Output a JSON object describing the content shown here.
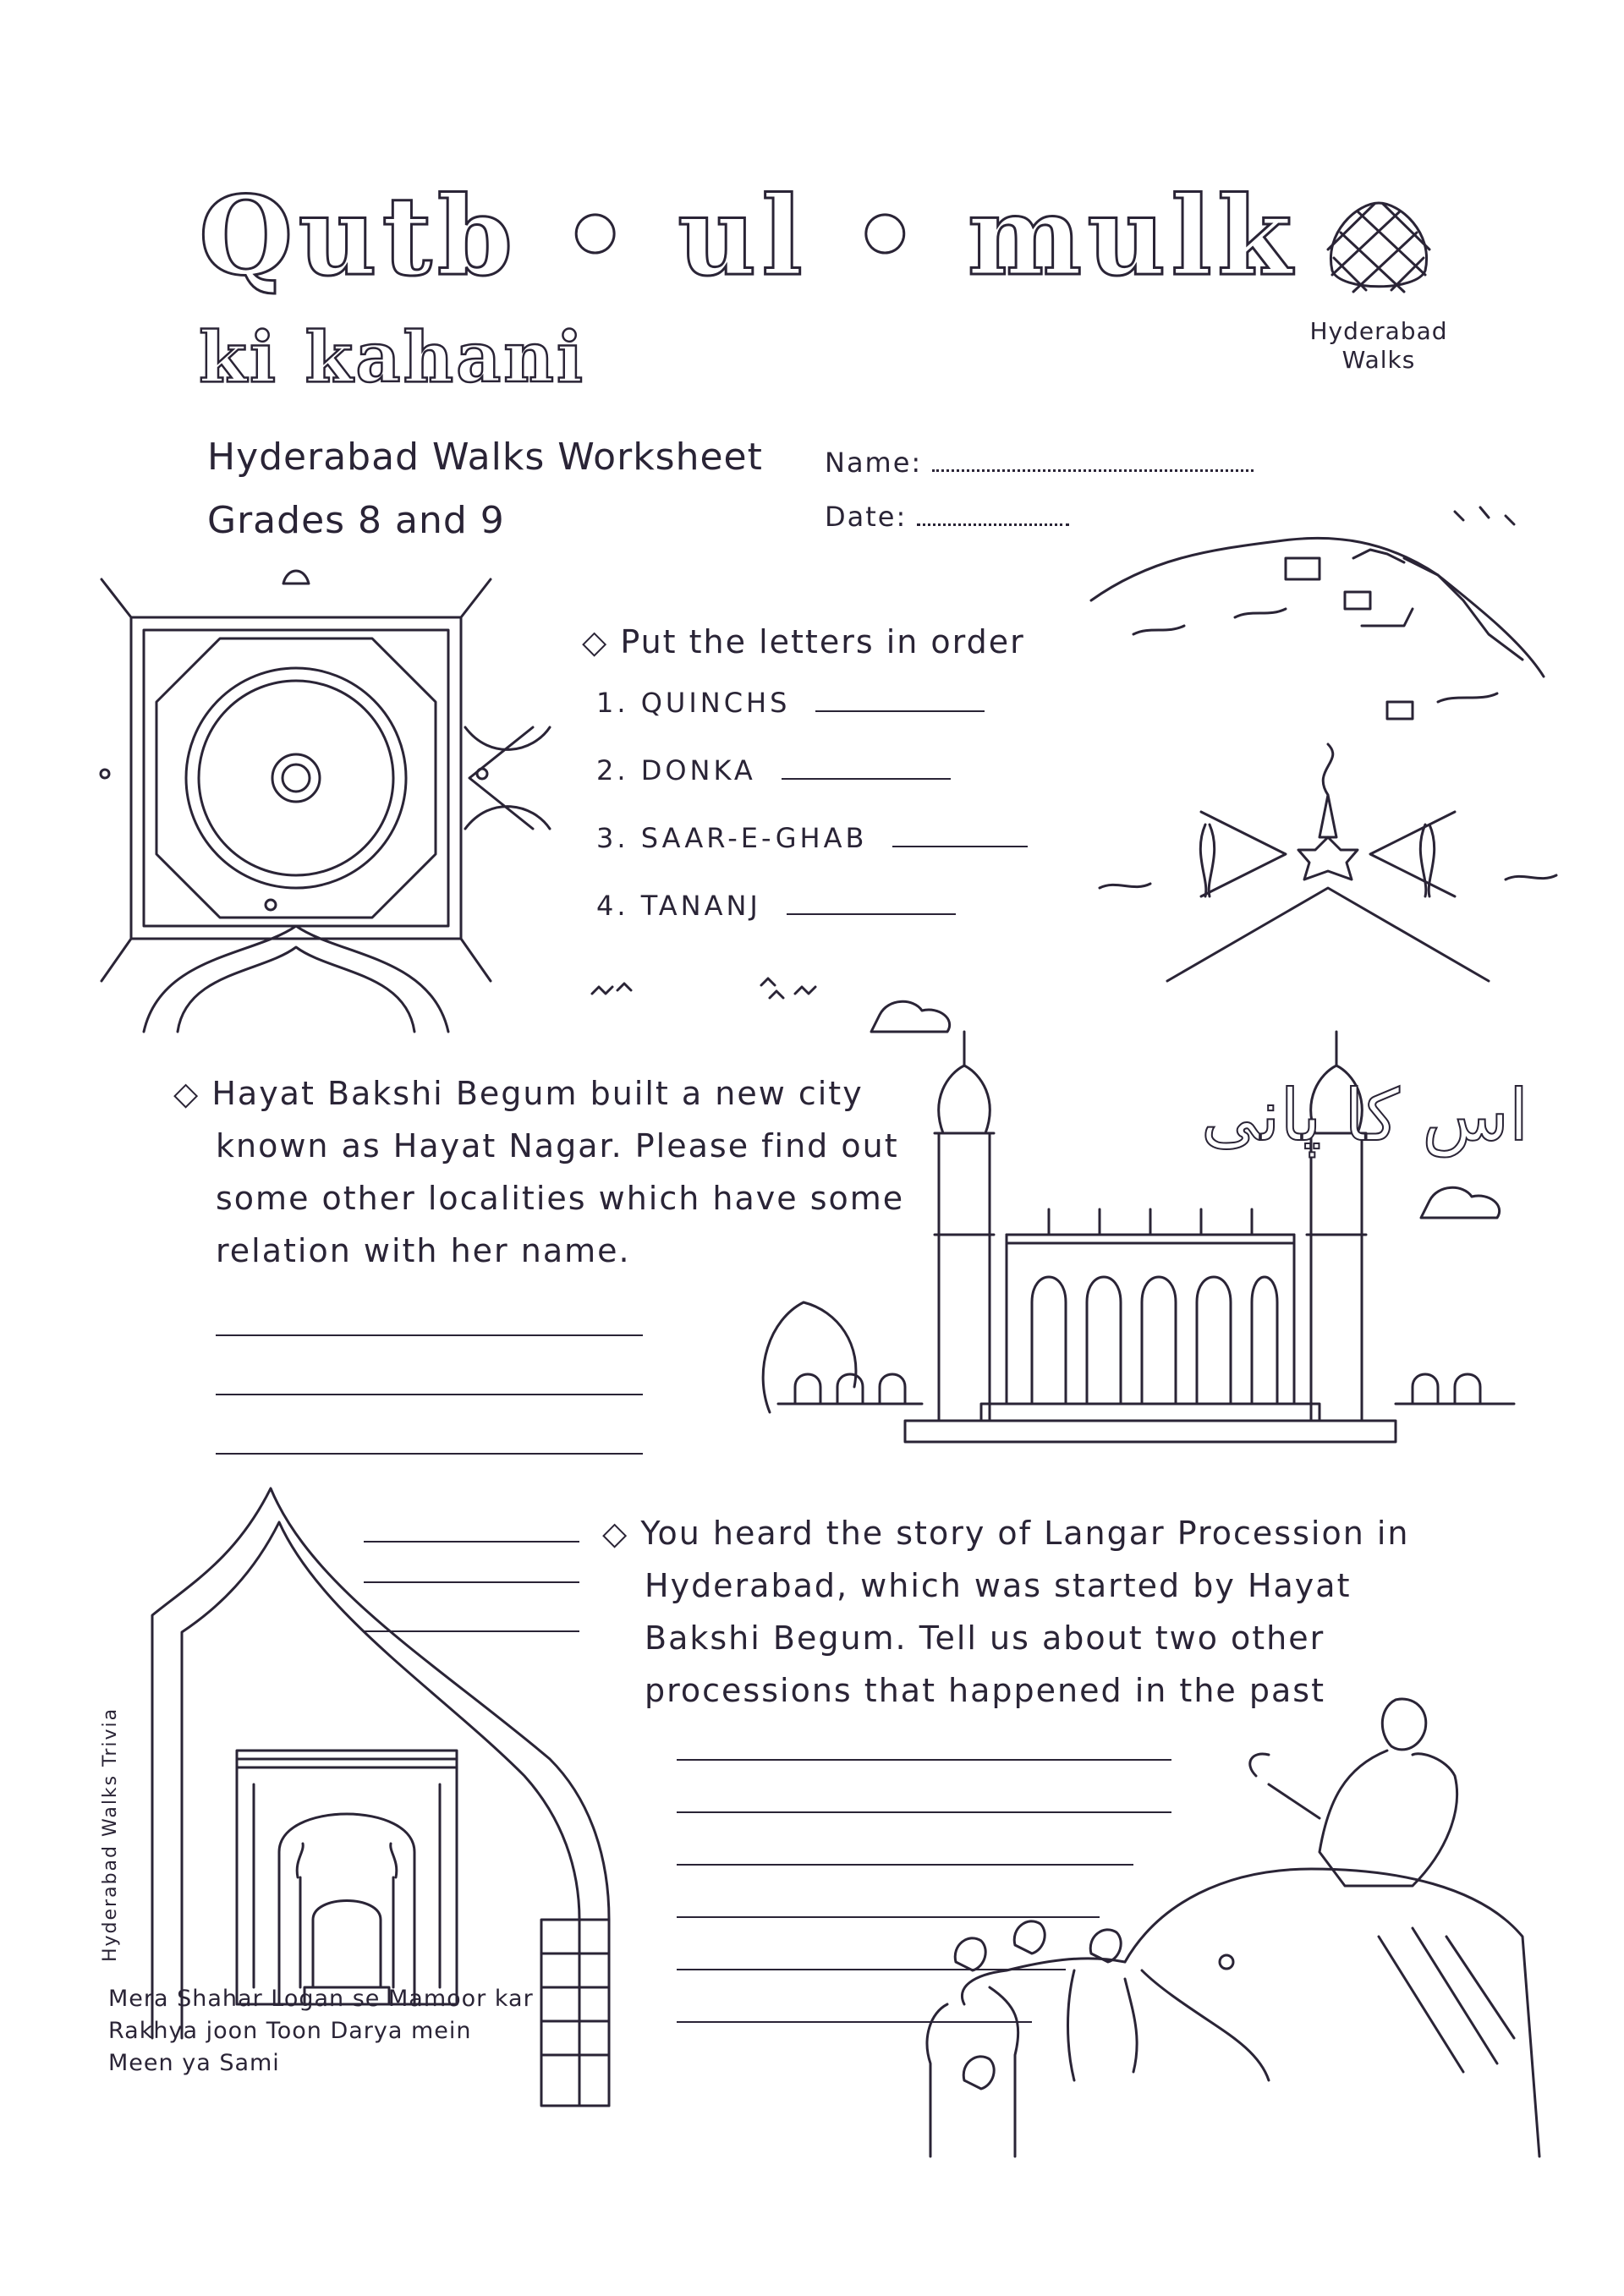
{
  "header": {
    "title_line1": "Qutb • ul • mulk",
    "title_line2": "ki kahani",
    "subtitle": "Hyderabad Walks Worksheet",
    "grades": "Grades  8 and 9",
    "name_label": "Name:",
    "date_label": "Date:"
  },
  "logo": {
    "text_line1": "Hyderabad",
    "text_line2": "Walks"
  },
  "section1": {
    "prompt": "Put the letters  in order",
    "items": [
      "1. QUINCHS",
      "2. DONKA",
      "3. SAAR-E-GHAB",
      "4. TANANJ"
    ]
  },
  "section2": {
    "prompt_lines": [
      "Hayat Bakshi Begum  built  a new  city",
      "known  as  Hayat  Nagar.  Please  find out",
      "some  other  localities  which have some",
      "relation  with  her name."
    ],
    "urdu_text": "اس کا پانی"
  },
  "section3": {
    "prompt_lines": [
      "You heard  the  story  of  Langar Procession  in",
      "Hyderabad, which  was  started  by  Hayat",
      "Bakshi Begum. Tell us  about  two  other",
      "processions   that  happened  in  the  past"
    ]
  },
  "trivia": {
    "label": "Hyderabad  Walks  Trivia",
    "caption_lines": [
      "Mera  Shahar Logan se Mamoor kar",
      "Rakhya  joon Toon Darya  mein",
      "Meen  ya  Sami"
    ]
  }
}
